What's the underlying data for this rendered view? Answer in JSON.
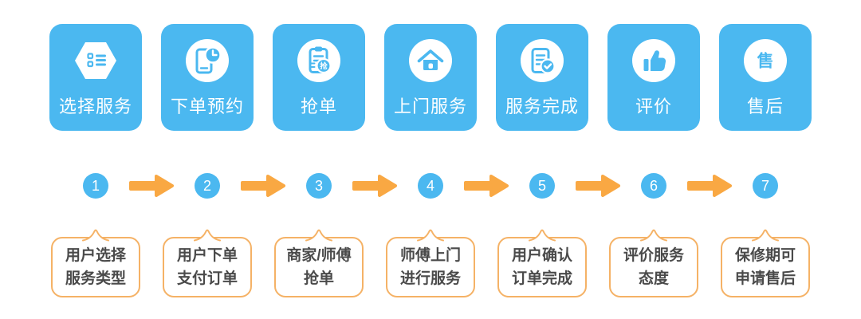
{
  "flow": {
    "steps": [
      {
        "icon": "hexagon-list-icon",
        "label": "选择服务",
        "number": "1",
        "description": [
          "用户选择",
          "服务类型"
        ]
      },
      {
        "icon": "phone-clock-icon",
        "label": "下单预约",
        "number": "2",
        "description": [
          "用户下单",
          "支付订单"
        ]
      },
      {
        "icon": "clipboard-grab-icon",
        "label": "抢单",
        "number": "3",
        "description": [
          "商家/师傅",
          "抢单"
        ]
      },
      {
        "icon": "home-icon",
        "label": "上门服务",
        "number": "4",
        "description": [
          "师傅上门",
          "进行服务"
        ]
      },
      {
        "icon": "document-check-icon",
        "label": "服务完成",
        "number": "5",
        "description": [
          "用户确认",
          "订单完成"
        ]
      },
      {
        "icon": "thumbs-up-icon",
        "label": "评价",
        "number": "6",
        "description": [
          "评价服务",
          "态度"
        ]
      },
      {
        "icon": "after-sales-badge-icon",
        "label": "售后",
        "number": "7",
        "description": [
          "保修期可",
          "申请售后"
        ]
      }
    ],
    "icon_badge_text": {
      "grab": "抢",
      "after_sales": "售"
    },
    "colors": {
      "step_blue": "#4bb8f0",
      "arrow_orange": "#f9a843",
      "callout_border": "#f5b266",
      "callout_text": "#4a4a4a",
      "card_label_text": "#ffffff"
    }
  }
}
